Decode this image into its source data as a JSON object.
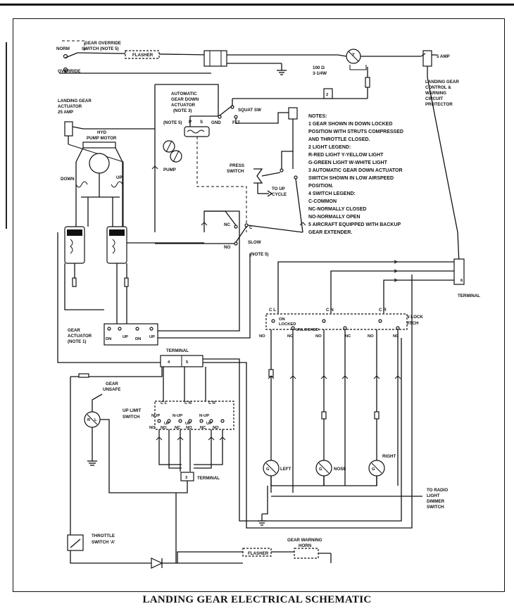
{
  "caption": "LANDING GEAR ELECTRICAL SCHEMATIC",
  "labels": {
    "norm": "NORM",
    "override_switch": "GEAR OVERRIDE",
    "override_switch_2": "SWITCH (NOTE 5)",
    "flasher_top": "FLASHER",
    "override": "OVERRIDE",
    "resistor": "100 Ω",
    "resistor_2": "3-1/4W",
    "amp5": "5 AMP",
    "control1": "LANDING GEAR",
    "control2": "CONTROL &",
    "control3": "WARNING",
    "control4": "CIRCUIT",
    "control5": "PROTECTOR",
    "lg_actuator1": "LANDING GEAR",
    "lg_actuator2": "ACTUATOR",
    "lg_actuator3": "25 AMP",
    "auto1": "AUTOMATIC",
    "auto2": "GEAR DOWN",
    "auto3": "ACTUATOR",
    "auto4": "(NOTE 3)",
    "auto5": "(NOTE 5)",
    "p": "P",
    "s": "S",
    "squat": "SQUAT SW",
    "gnd": "GND",
    "flt": "FLT",
    "hyd1": "HYD",
    "hyd2": "PUMP MOTOR",
    "down": "DOWN",
    "up": "UP",
    "pump": "PUMP",
    "press1": "PRESS",
    "press2": "SWITCH",
    "toup1": "TO UP",
    "toup2": "CYCLE",
    "nc": "NC",
    "c": "C",
    "no": "NO",
    "slow": "SLOW",
    "note5": "(NOTE 5)",
    "terminal": "TERMINAL",
    "t6": "6",
    "t2": "2",
    "dl": "DOWN LOCK",
    "dl2": "SWITCH",
    "cl": "C L",
    "cn": "C N",
    "cr": "C R",
    "locked": "LOCKED",
    "unlocked": "UNLOCKED",
    "gact1": "GEAR",
    "gact2": "ACTUATOR",
    "gact3": "(NOTE 1)",
    "dn": "DN",
    "t4": "4",
    "t5": "5",
    "unsafe1": "GEAR",
    "unsafe2": "UNSAFE",
    "ul1": "UP LIMIT",
    "ul2": "SWITCH",
    "nup": "NUP",
    "n_up": "N-UP",
    "up_s": "UP",
    "t3": "3",
    "left": "LEFT",
    "nose": "NOSE",
    "right": "RIGHT",
    "radio1": "TO RADIO",
    "radio2": "LIGHT",
    "radio3": "DIMMER",
    "radio4": "SWITCH",
    "thr1": "THROTTLE",
    "thr2": "SWITCH 'A'",
    "horn1": "GEAR WARNING",
    "horn2": "HORN",
    "flasher_bot": "FLASHER",
    "y": "Y",
    "r": "R",
    "g": "G",
    "l": "L"
  },
  "notes": [
    "NOTES:",
    "1  GEAR SHOWN IN DOWN LOCKED",
    "    POSITION WITH STRUTS COMPRESSED",
    "    AND THROTTLE CLOSED.",
    "2  LIGHT LEGEND:",
    "    R-RED LIGHT        Y-YELLOW LIGHT",
    "    G-GREEN LIGHT     W-WHITE LIGHT",
    "3  AUTOMATIC GEAR DOWN ACTUATOR",
    "    SWITCH SHOWN IN LOW AIRSPEED",
    "    POSITION.",
    "4  SWITCH LEGEND:",
    "    C-COMMON",
    "    NC-NORMALLY CLOSED",
    "    NO-NORMALLY OPEN",
    "5  AIRCRAFT EQUIPPED WITH BACKUP",
    "    GEAR EXTENDER."
  ]
}
